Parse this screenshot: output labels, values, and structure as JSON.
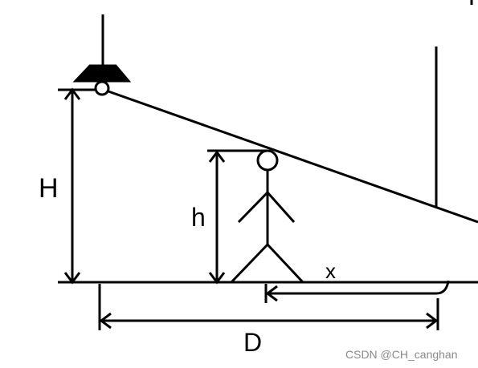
{
  "diagram": {
    "labels": {
      "lamp_height": "H",
      "person_height": "h",
      "shadow_length": "x",
      "distance": "D"
    }
  },
  "watermark": "CSDN @CH_canghan",
  "colors": {
    "ink": "#000000",
    "watermark": "#8a8a8a",
    "background": "#ffffff"
  }
}
